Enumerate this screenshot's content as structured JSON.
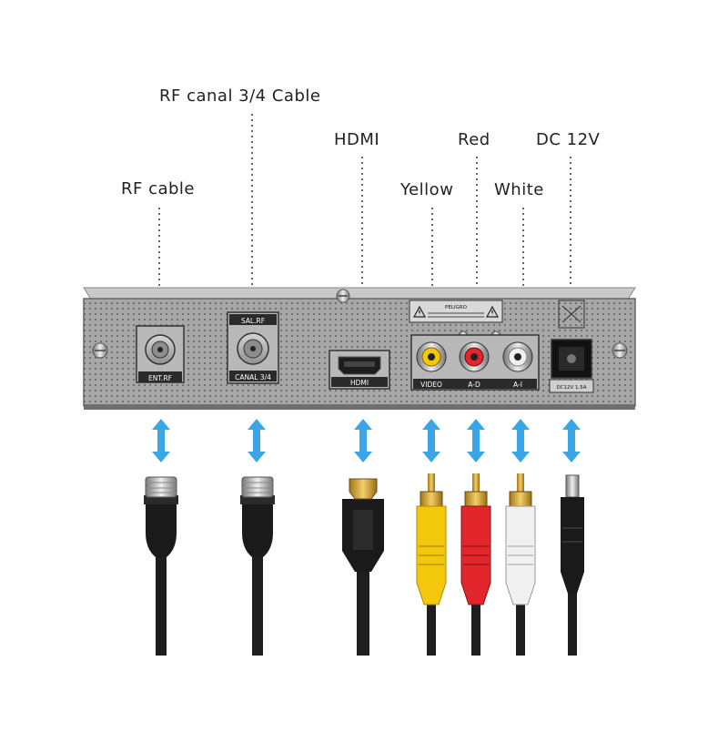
{
  "callouts": {
    "rf_canal": "RF canal 3/4 Cable",
    "rf_cable": "RF cable",
    "hdmi": "HDMI",
    "red": "Red",
    "dc": "DC 12V",
    "yellow": "Yellow",
    "white": "White"
  },
  "panel_labels": {
    "ent_rf": "ENT.RF",
    "sal_rf": "SAL.RF",
    "canal": "CANAL 3/4",
    "hdmi": "HDMI",
    "video": "VIDEO",
    "a_d": "A-D",
    "a_i": "A-I",
    "brand": "PELIGRO",
    "dc_rating": "DC12V 1.5A"
  },
  "colors": {
    "arrow": "#3aa6e8",
    "yellow_plug": "#f3c80c",
    "red_plug": "#e3262b",
    "white_plug": "#f0f0f0",
    "panel": "#9a9a9a"
  },
  "icons": {
    "warning": "warning-triangle-icon",
    "arrow": "double-arrow-icon"
  }
}
